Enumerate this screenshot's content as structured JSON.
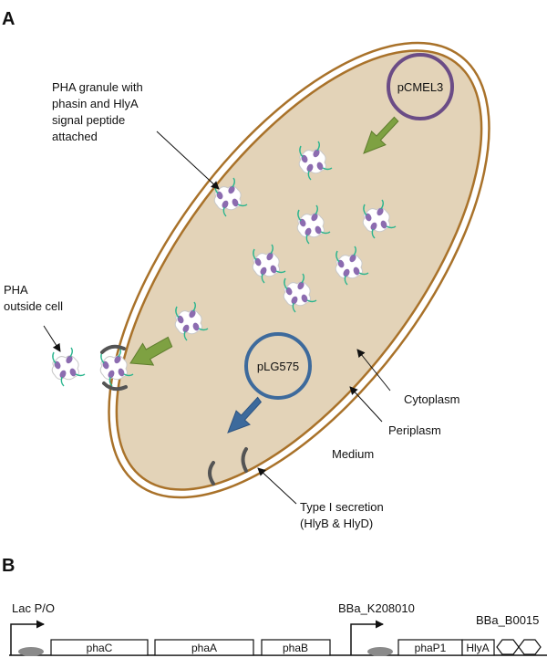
{
  "panels": {
    "a": {
      "letter": "A"
    },
    "b": {
      "letter": "B"
    }
  },
  "annotations": {
    "pha_granule": [
      "PHA granule with",
      "phasin and HlyA",
      "signal peptide",
      "attached"
    ],
    "pha_outside": [
      "PHA",
      "outside cell"
    ],
    "cytoplasm": "Cytoplasm",
    "periplasm": "Periplasm",
    "medium": "Medium",
    "secretion": [
      "Type I secretion",
      "(HlyB & HlyD)"
    ]
  },
  "plasmids": {
    "pcmel3": {
      "label": "pCMEL3",
      "color": "#6b4c86"
    },
    "plg575": {
      "label": "pLG575",
      "color": "#3d6a9c"
    }
  },
  "construct": {
    "promoter1": "Lac P/O",
    "promoter2": "BBa_K208010",
    "terminator": "BBa_B0015",
    "genes": [
      "phaC",
      "phaA",
      "phaB",
      "phaP1",
      "HlyA"
    ]
  },
  "colors": {
    "cell_fill": "#e3d3b8",
    "cell_outline": "#a9722a",
    "green_arrow": "#7ea142",
    "blue_arrow": "#3d6a9c",
    "phasin": "#8c6cb0",
    "signal_tail": "#2bb58e",
    "transporter": "#545454"
  }
}
